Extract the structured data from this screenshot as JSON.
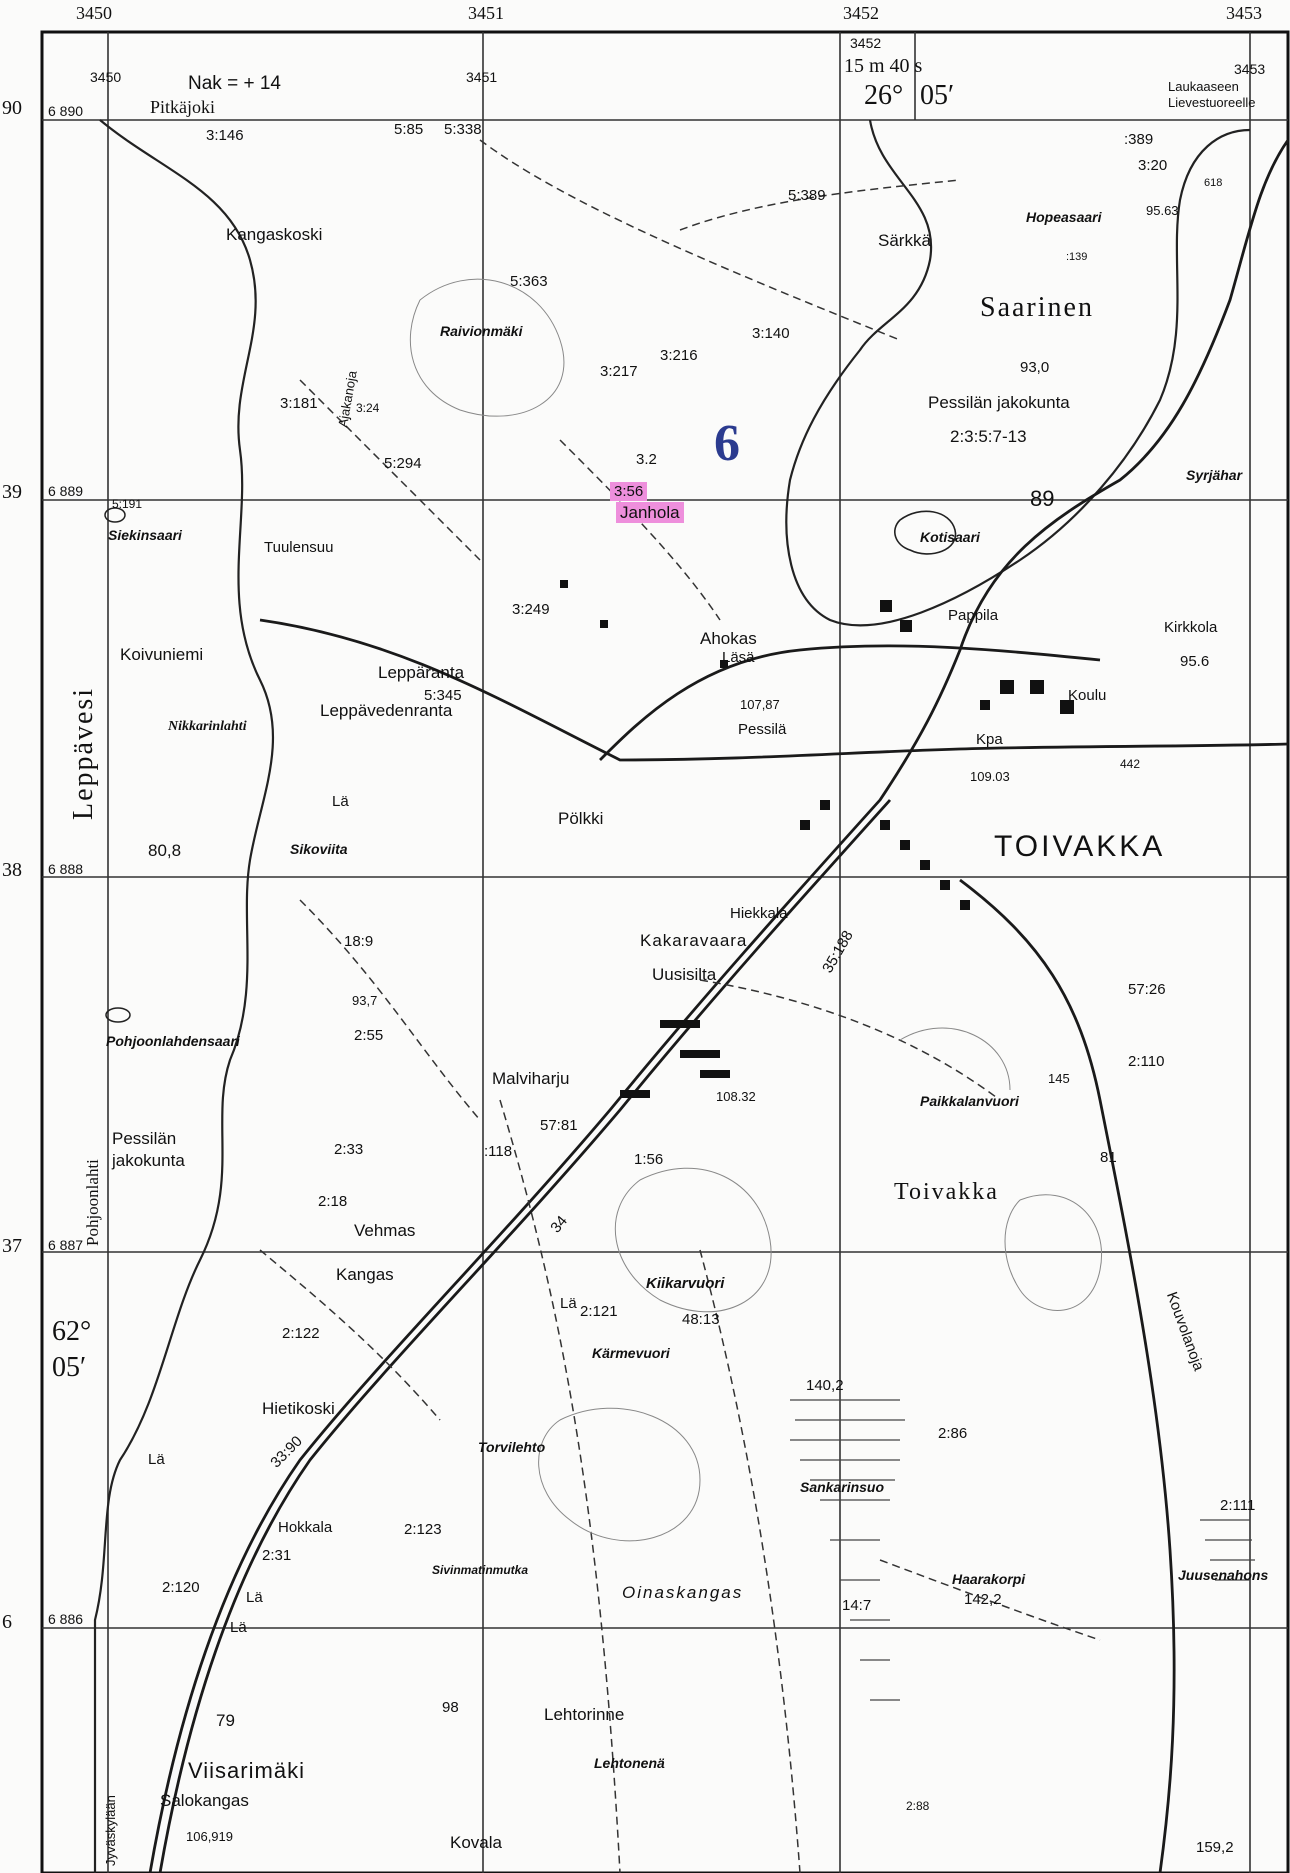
{
  "grid": {
    "top_eastings": [
      "3450",
      "3451",
      "3452",
      "3453"
    ],
    "inner_eastings": [
      "3450",
      "3451",
      "3452",
      "3453"
    ],
    "northings_outer": [
      "90",
      "39",
      "38",
      "37",
      "6"
    ],
    "northings_inner": [
      "6 890",
      "6 889",
      "6 888",
      "6 887",
      "6 886"
    ]
  },
  "header": {
    "declination": "Nak = + 14",
    "time": "15 m 40 s",
    "longitude_deg": "26°",
    "longitude_min": "05′",
    "latitude_deg": "62°",
    "latitude_min": "05′",
    "road_to_laukaa": "Laukaaseen",
    "road_to_lievestuore": "Lievestuoreelle"
  },
  "annotations": {
    "handwritten_mark": "6",
    "highlight_number": "3:56",
    "highlight_name": "Janhola"
  },
  "places": {
    "pitkajoki": "Pitkäjoki",
    "kangaskoski": "Kangaskoski",
    "raivionmaki": "Raivionmäki",
    "sarkka": "Särkkä",
    "hopeasaari": "Hopeasaari",
    "saarinen": "Saarinen",
    "pessilan_jakokunta": "Pessilän jakokunta",
    "pessilan_parcels": "2:3:5:7-13",
    "syrjaharju": "Syrjähar",
    "kotisaari": "Kotisaari",
    "siekinsaari": "Siekinsaari",
    "tuulensuu": "Tuulensuu",
    "leppavesi": "Leppävesi",
    "koivuniemi": "Koivuniemi",
    "lepparanta": "Leppäranta",
    "leppavedenranta": "Leppävedenranta",
    "nikkarinlahti": "Nikkarinlahti",
    "ahokas": "Ahokas",
    "lasa": "Läsä",
    "pappila": "Pappila",
    "kirkkola": "Kirkkola",
    "koulu": "Koulu",
    "kpa": "Kpa",
    "pessila": "Pessilä",
    "polkki": "Pölkki",
    "sikoviita": "Sikoviita",
    "toivakka": "TOIVAKKA",
    "hiekkala": "Hiekkala",
    "kakaravaara": "Kakaravaara",
    "uusisilta": "Uusisilta",
    "pohjoonlahdensaari": "Pohjoonlahdensaari",
    "malviharju": "Malviharju",
    "paikkalanvuori": "Paikkalanvuori",
    "pessilan_jakokunta_w1": "Pessilän",
    "pessilan_jakokunta_w2": "jakokunta",
    "toivakka_area": "Toivakka",
    "vehmas": "Vehmas",
    "kangas": "Kangas",
    "kiikarvuori": "Kiikarvuori",
    "karmevuori": "Kärmevuori",
    "pohjoonlahti": "Pohjoonlahti",
    "kouvolanoja": "Kouvolanoja",
    "hietikoski": "Hietikoski",
    "torvilehto": "Torvilehto",
    "sankarinsuo": "Sankarinsuo",
    "hokkala": "Hokkala",
    "sivinmatinmutka": "Sivinmatinmutka",
    "oinaskangas": "Oinaskangas",
    "haarakorpi": "Haarakorpi",
    "juusenahonsuo": "Juusenahons",
    "viisarimaki": "Viisarimäki",
    "lehtorinne": "Lehtorinne",
    "lehtonena": "Lehtonenä",
    "salokangas": "Salokangas",
    "kovala": "Kovala",
    "jyvaskylaan": "Jyväskylään",
    "ajakanoja": "Ajakanoja"
  },
  "elevations": {
    "e93_0": "93,0",
    "e89": "89",
    "e80_8": "80,8",
    "e95_63": "95.63",
    "e95_6": "95.6",
    "e107_87": "107,87",
    "e109_03": "109.03",
    "e108_32": "108.32",
    "e93_7": "93,7",
    "e145": "145",
    "e140_2": "140,2",
    "e142_2": "142,2",
    "e159_2": "159,2",
    "e106_919": "106,919",
    "e98": "98",
    "e81": "81"
  },
  "numbers": {
    "n3146": "3:146",
    "n585": "5:85",
    "n5338": "5:338",
    "n5389": "5:389",
    "n3140": "3:140",
    "n3216": "3:216",
    "n5363": "5:363",
    "n3217": "3:217",
    "n3181": "3:181",
    "n324": "3:24",
    "n5294": "5:294",
    "n5191": "5:191",
    "n3249": "3:249",
    "n5345": "5:345",
    "n389": ":389",
    "n320": "3:20",
    "n139": ":139",
    "n3_2": "3.2",
    "n618": "618",
    "n442": "442",
    "n57_26": "57:26",
    "n2110": "2:110",
    "n189": "18:9",
    "n255": "2:55",
    "n5781": "57:81",
    "n118": ":118",
    "n156": "1:56",
    "n233": "2:33",
    "n218": "2:18",
    "n2121": "2:121",
    "n4813": "48:13",
    "n2122": "2:122",
    "n286": "2:86",
    "n2111": "2:111",
    "n2123": "2:123",
    "n231": "2:31",
    "n2120": "2:120",
    "n147": "14:7",
    "n288": "2:88",
    "n79": "79",
    "n33_90": "33:90",
    "n35_188": "35:188",
    "n34": "34"
  },
  "abbrev": {
    "la": "Lä"
  }
}
